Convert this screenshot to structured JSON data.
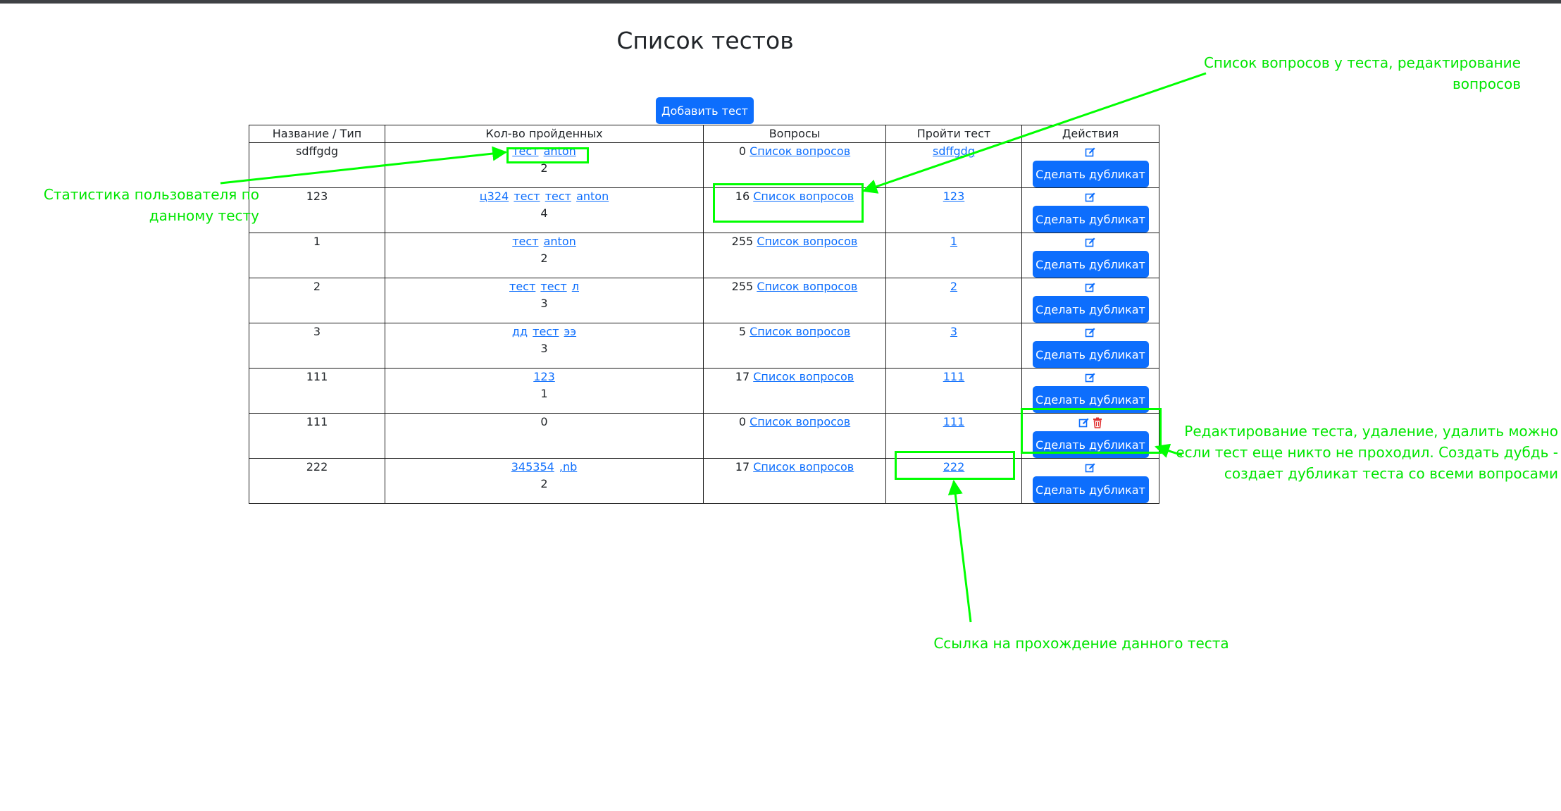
{
  "page": {
    "title": "Список тестов",
    "add_button": "Добавить тест"
  },
  "table": {
    "headers": [
      "Название / Тип",
      "Кол-во пройденных",
      "Вопросы",
      "Пройти тест",
      "Действия"
    ],
    "duplicate_label": "Сделать дубликат",
    "questions_link_label": "Список вопросов",
    "rows": [
      {
        "name": "sdffgdg",
        "users": [
          "тест",
          "anton"
        ],
        "passed_count": "2",
        "question_count": "0",
        "take_link": "sdffgdg",
        "can_delete": false
      },
      {
        "name": "123",
        "users": [
          "ц324",
          "тест",
          "тест",
          "anton"
        ],
        "passed_count": "4",
        "question_count": "16",
        "take_link": "123",
        "can_delete": false
      },
      {
        "name": "1",
        "users": [
          "тест",
          "anton"
        ],
        "passed_count": "2",
        "question_count": "255",
        "take_link": "1",
        "can_delete": false
      },
      {
        "name": "2",
        "users": [
          "тест",
          "тест",
          "л"
        ],
        "passed_count": "3",
        "question_count": "255",
        "take_link": "2",
        "can_delete": false
      },
      {
        "name": "3",
        "users": [
          "дд",
          "тест",
          "ээ"
        ],
        "passed_count": "3",
        "question_count": "5",
        "take_link": "3",
        "can_delete": false
      },
      {
        "name": "111",
        "users": [
          "123"
        ],
        "passed_count": "1",
        "question_count": "17",
        "take_link": "111",
        "can_delete": false
      },
      {
        "name": "111",
        "users": [],
        "passed_count": "0",
        "question_count": "0",
        "take_link": "111",
        "can_delete": true
      },
      {
        "name": "222",
        "users": [
          "345354",
          ",nb"
        ],
        "passed_count": "2",
        "question_count": "17",
        "take_link": "222",
        "can_delete": false
      }
    ]
  },
  "annotations": {
    "user_stats": "Статистика пользователя по данному тесту",
    "questions": "Список вопросов у теста, редактирование вопросов",
    "actions": "Редактирование теста, удаление, удалить можно если тест еще никто не проходил. Создать дубдь - создает дубликат теста со всеми вопросами",
    "take_link": "Ссылка на прохождение данного теста"
  },
  "icons": {
    "edit": "edit-icon",
    "delete": "trash-icon"
  },
  "colors": {
    "primary": "#0d6efd",
    "annotation": "#00ff00",
    "delete": "#e03131"
  }
}
